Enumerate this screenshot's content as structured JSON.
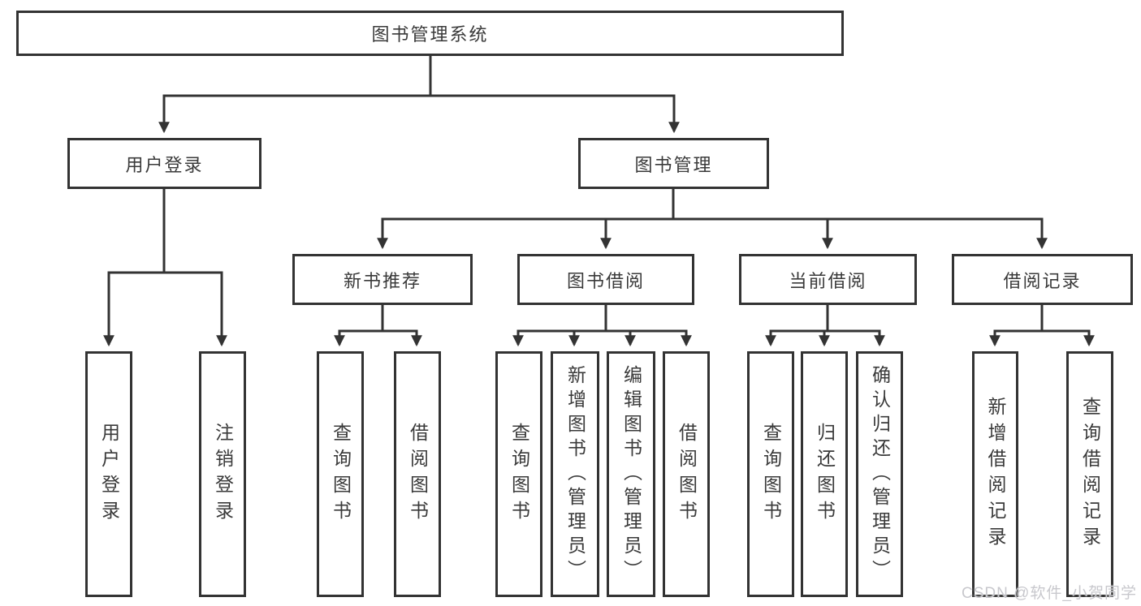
{
  "title": "图书管理系统",
  "tree": {
    "label": "图书管理系统",
    "children": [
      {
        "label": "用户登录",
        "children": [
          {
            "label": "用户登录"
          },
          {
            "label": "注销登录"
          }
        ]
      },
      {
        "label": "图书管理",
        "children": [
          {
            "label": "新书推荐",
            "children": [
              {
                "label": "查询图书"
              },
              {
                "label": "借阅图书"
              }
            ]
          },
          {
            "label": "图书借阅",
            "children": [
              {
                "label": "查询图书"
              },
              {
                "label": "新增图书（管理员）"
              },
              {
                "label": "编辑图书（管理员）"
              },
              {
                "label": "借阅图书"
              }
            ]
          },
          {
            "label": "当前借阅",
            "children": [
              {
                "label": "查询图书"
              },
              {
                "label": "归还图书"
              },
              {
                "label": "确认归还（管理员）"
              }
            ]
          },
          {
            "label": "借阅记录",
            "children": [
              {
                "label": "新增借阅记录"
              },
              {
                "label": "查询借阅记录"
              }
            ]
          }
        ]
      }
    ]
  },
  "watermark": "CSDN @软件_小贺同学",
  "colors": {
    "line_color": "#333333",
    "text_color": "#3a3a3a",
    "box_background": "#ffffff",
    "page_background": "#ffffff",
    "watermark_color": "#c8c8cd"
  }
}
